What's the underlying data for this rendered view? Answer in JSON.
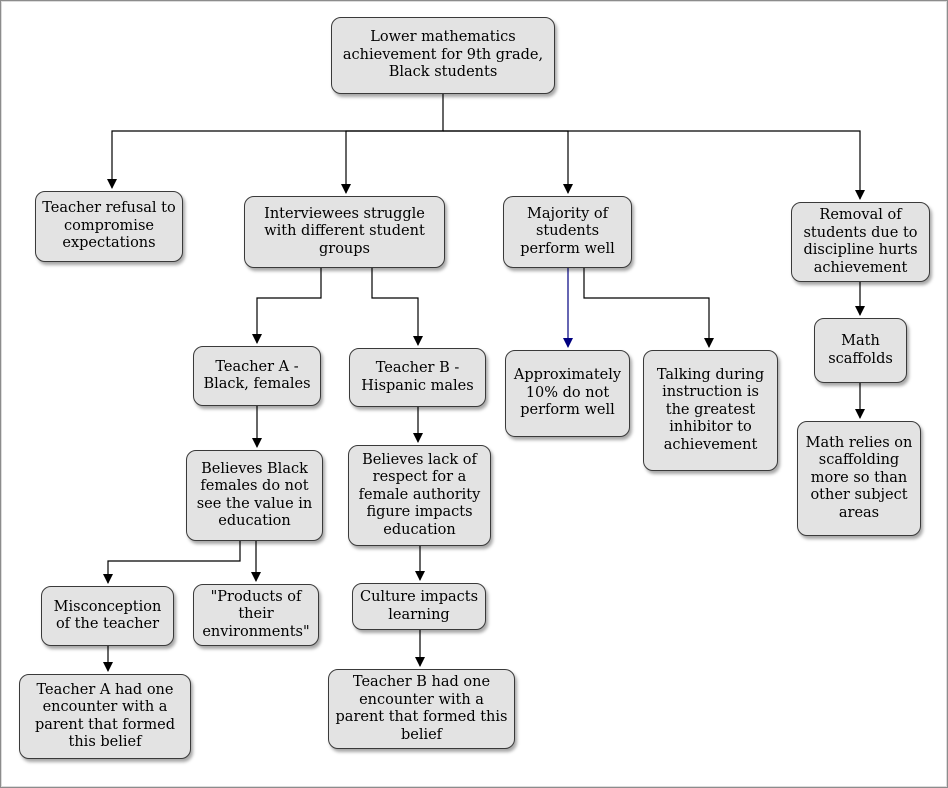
{
  "nodes": {
    "root": "Lower mathematics achievement for 9th grade, Black students",
    "n1": "Teacher refusal to compromise expectations",
    "n2": "Interviewees struggle with different student groups",
    "n3": "Majority of students perform well",
    "n4": "Removal of students due to discipline hurts achievement",
    "n5": "Teacher A - Black, females",
    "n6": "Teacher B - Hispanic males",
    "n7": "Approximately 10% do not perform well",
    "n8": "Talking during instruction is the greatest inhibitor to achievement",
    "n9": "Math scaffolds",
    "n10": "Believes Black females do not see the value in education",
    "n11": "Believes lack of respect for a female authority figure impacts education",
    "n12": "Math relies on scaffolding more so than other subject areas",
    "n13": "Misconception of the teacher",
    "n14": "\"Products of their environments\"",
    "n15": "Culture impacts learning",
    "n16": "Teacher A had one encounter with a parent that formed this belief",
    "n17": "Teacher B had one encounter with a parent that formed this belief"
  },
  "colors": {
    "node_fill": "#e3e3e3",
    "node_border": "#3a3a3a",
    "edge": "#000000",
    "highlight_edge": "#000080"
  }
}
